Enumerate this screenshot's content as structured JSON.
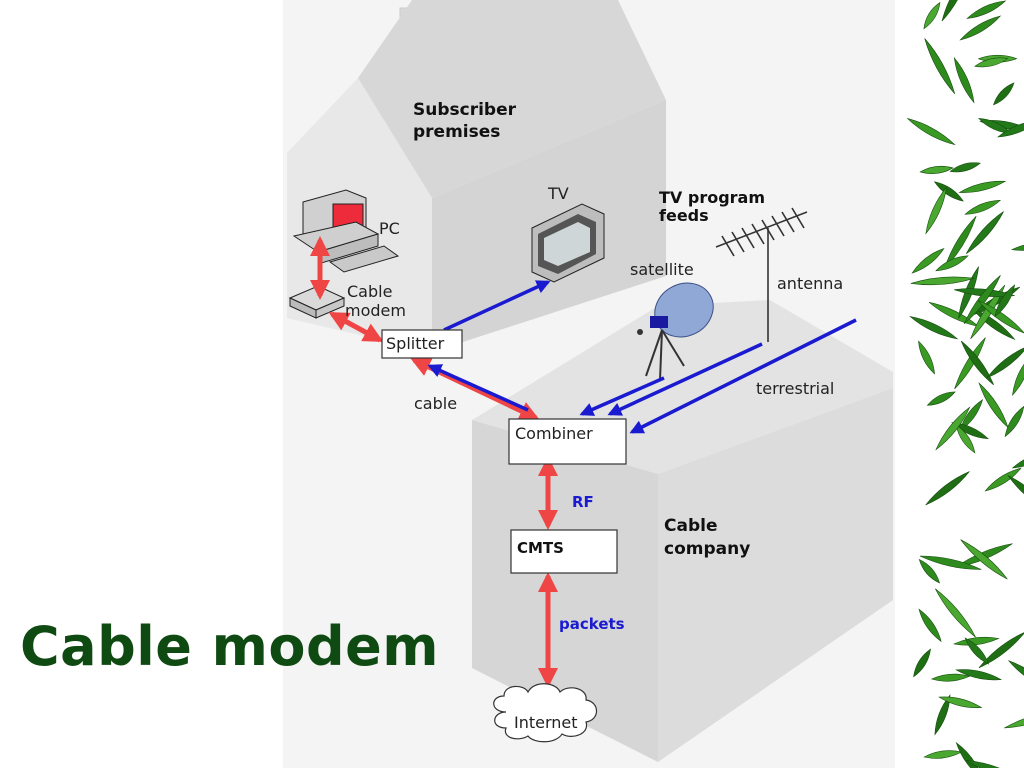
{
  "slide": {
    "title": "Cable modem"
  },
  "diagram": {
    "house_label_line1": "Subscriber",
    "house_label_line2": "premises",
    "pc": "PC",
    "tv": "TV",
    "cable_modem_line1": "Cable",
    "cable_modem_line2": "modem",
    "splitter": "Splitter",
    "cable": "cable",
    "combiner": "Combiner",
    "rf": "RF",
    "cmts": "CMTS",
    "packets": "packets",
    "internet": "Internet",
    "feeds_line1": "TV program",
    "feeds_line2": "feeds",
    "satellite": "satellite",
    "antenna": "antenna",
    "terrestrial": "terrestrial",
    "company_line1": "Cable",
    "company_line2": "company"
  },
  "colors": {
    "title": "#0f4a12",
    "data_arrow": "#f04545",
    "tv_feed_arrow": "#1a1ad0",
    "blue_label": "#1a1ad0",
    "diagram_bg": "#f4f4f4",
    "leaf_green": "#2f8a1e"
  }
}
